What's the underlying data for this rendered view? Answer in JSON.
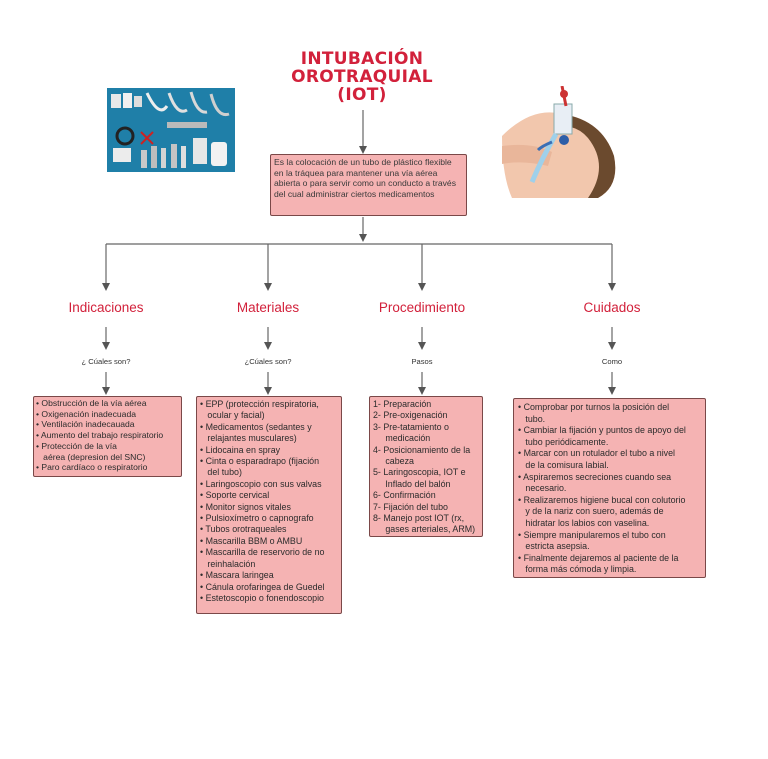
{
  "title": {
    "line1": "INTUBACIÓN",
    "line2": "OROTRAQUIAL",
    "line3": "(IOT)"
  },
  "definition": "Es la colocación de un tubo de plástico flexible en la tráquea para mantener una vía aérea abierta o para servir como un conducto a través del cual administrar ciertos medicamentos",
  "images": {
    "left": "intubation-equipment-photo",
    "right": "intubated-patient-illustration"
  },
  "branches": [
    {
      "label": "Indicaciones",
      "sublabel": "¿ Cúales son?",
      "items": [
        "• Obstrucción de la vía aérea",
        "• Oxigenación inadecuada",
        "• Ventilación inadecauada",
        "• Aumento del trabajo respiratorio",
        "• Protección de la vía\n   aérea (depresion del SNC)",
        "• Paro cardíaco o respiratorio"
      ]
    },
    {
      "label": "Materiales",
      "sublabel": "¿Cúales son?",
      "items": [
        "• EPP (protección respiratoria,\n   ocular y facial)",
        "• Medicamentos (sedantes y\n   relajantes musculares)",
        "• Lidocaina en spray",
        "• Cinta o esparadrapo (fijación\n   del tubo)",
        "• Laringoscopio con sus valvas",
        "• Soporte cervical",
        "• Monitor signos vitales",
        "• Pulsioxímetro o capnografo",
        "• Tubos orotraqueales",
        "• Mascarilla BBM o AMBU",
        "• Mascarilla de reservorio de no\n   reinhalación",
        "• Mascara laringea",
        "• Cánula orofaringea de Guedel",
        "• Estetoscopio o fonendoscopio"
      ]
    },
    {
      "label": "Procedimiento",
      "sublabel": "Pasos",
      "items": [
        "1- Preparación",
        "2- Pre-oxigenación",
        "3- Pre-tatamiento o\n     medicación",
        "4- Posicionamiento de la\n     cabeza",
        "5- Laringoscopia, IOT e\n     Inflado del balón",
        "6- Confirmación",
        "7- Fijación del tubo",
        "8- Manejo post IOT (rx,\n     gases arteriales, ARM)"
      ]
    },
    {
      "label": "Cuidados",
      "sublabel": "Como",
      "items": [
        "• Comprobar por turnos la posición del\n   tubo.",
        "• Cambiar la fijación y puntos de apoyo del\n   tubo periódicamente.",
        "• Marcar con un rotulador el tubo a nivel\n   de la comisura labial.",
        "• Aspiraremos secreciones cuando sea\n   necesario.",
        "• Realizaremos higiene bucal con colutorio\n   y de la nariz con suero, además de\n   hidratar los labios con vaselina.",
        "• Siempre manipularemos el tubo con\n   estricta asepsia.",
        "• Finalmente dejaremos al paciente de la\n   forma más cómoda y limpia."
      ]
    }
  ]
}
